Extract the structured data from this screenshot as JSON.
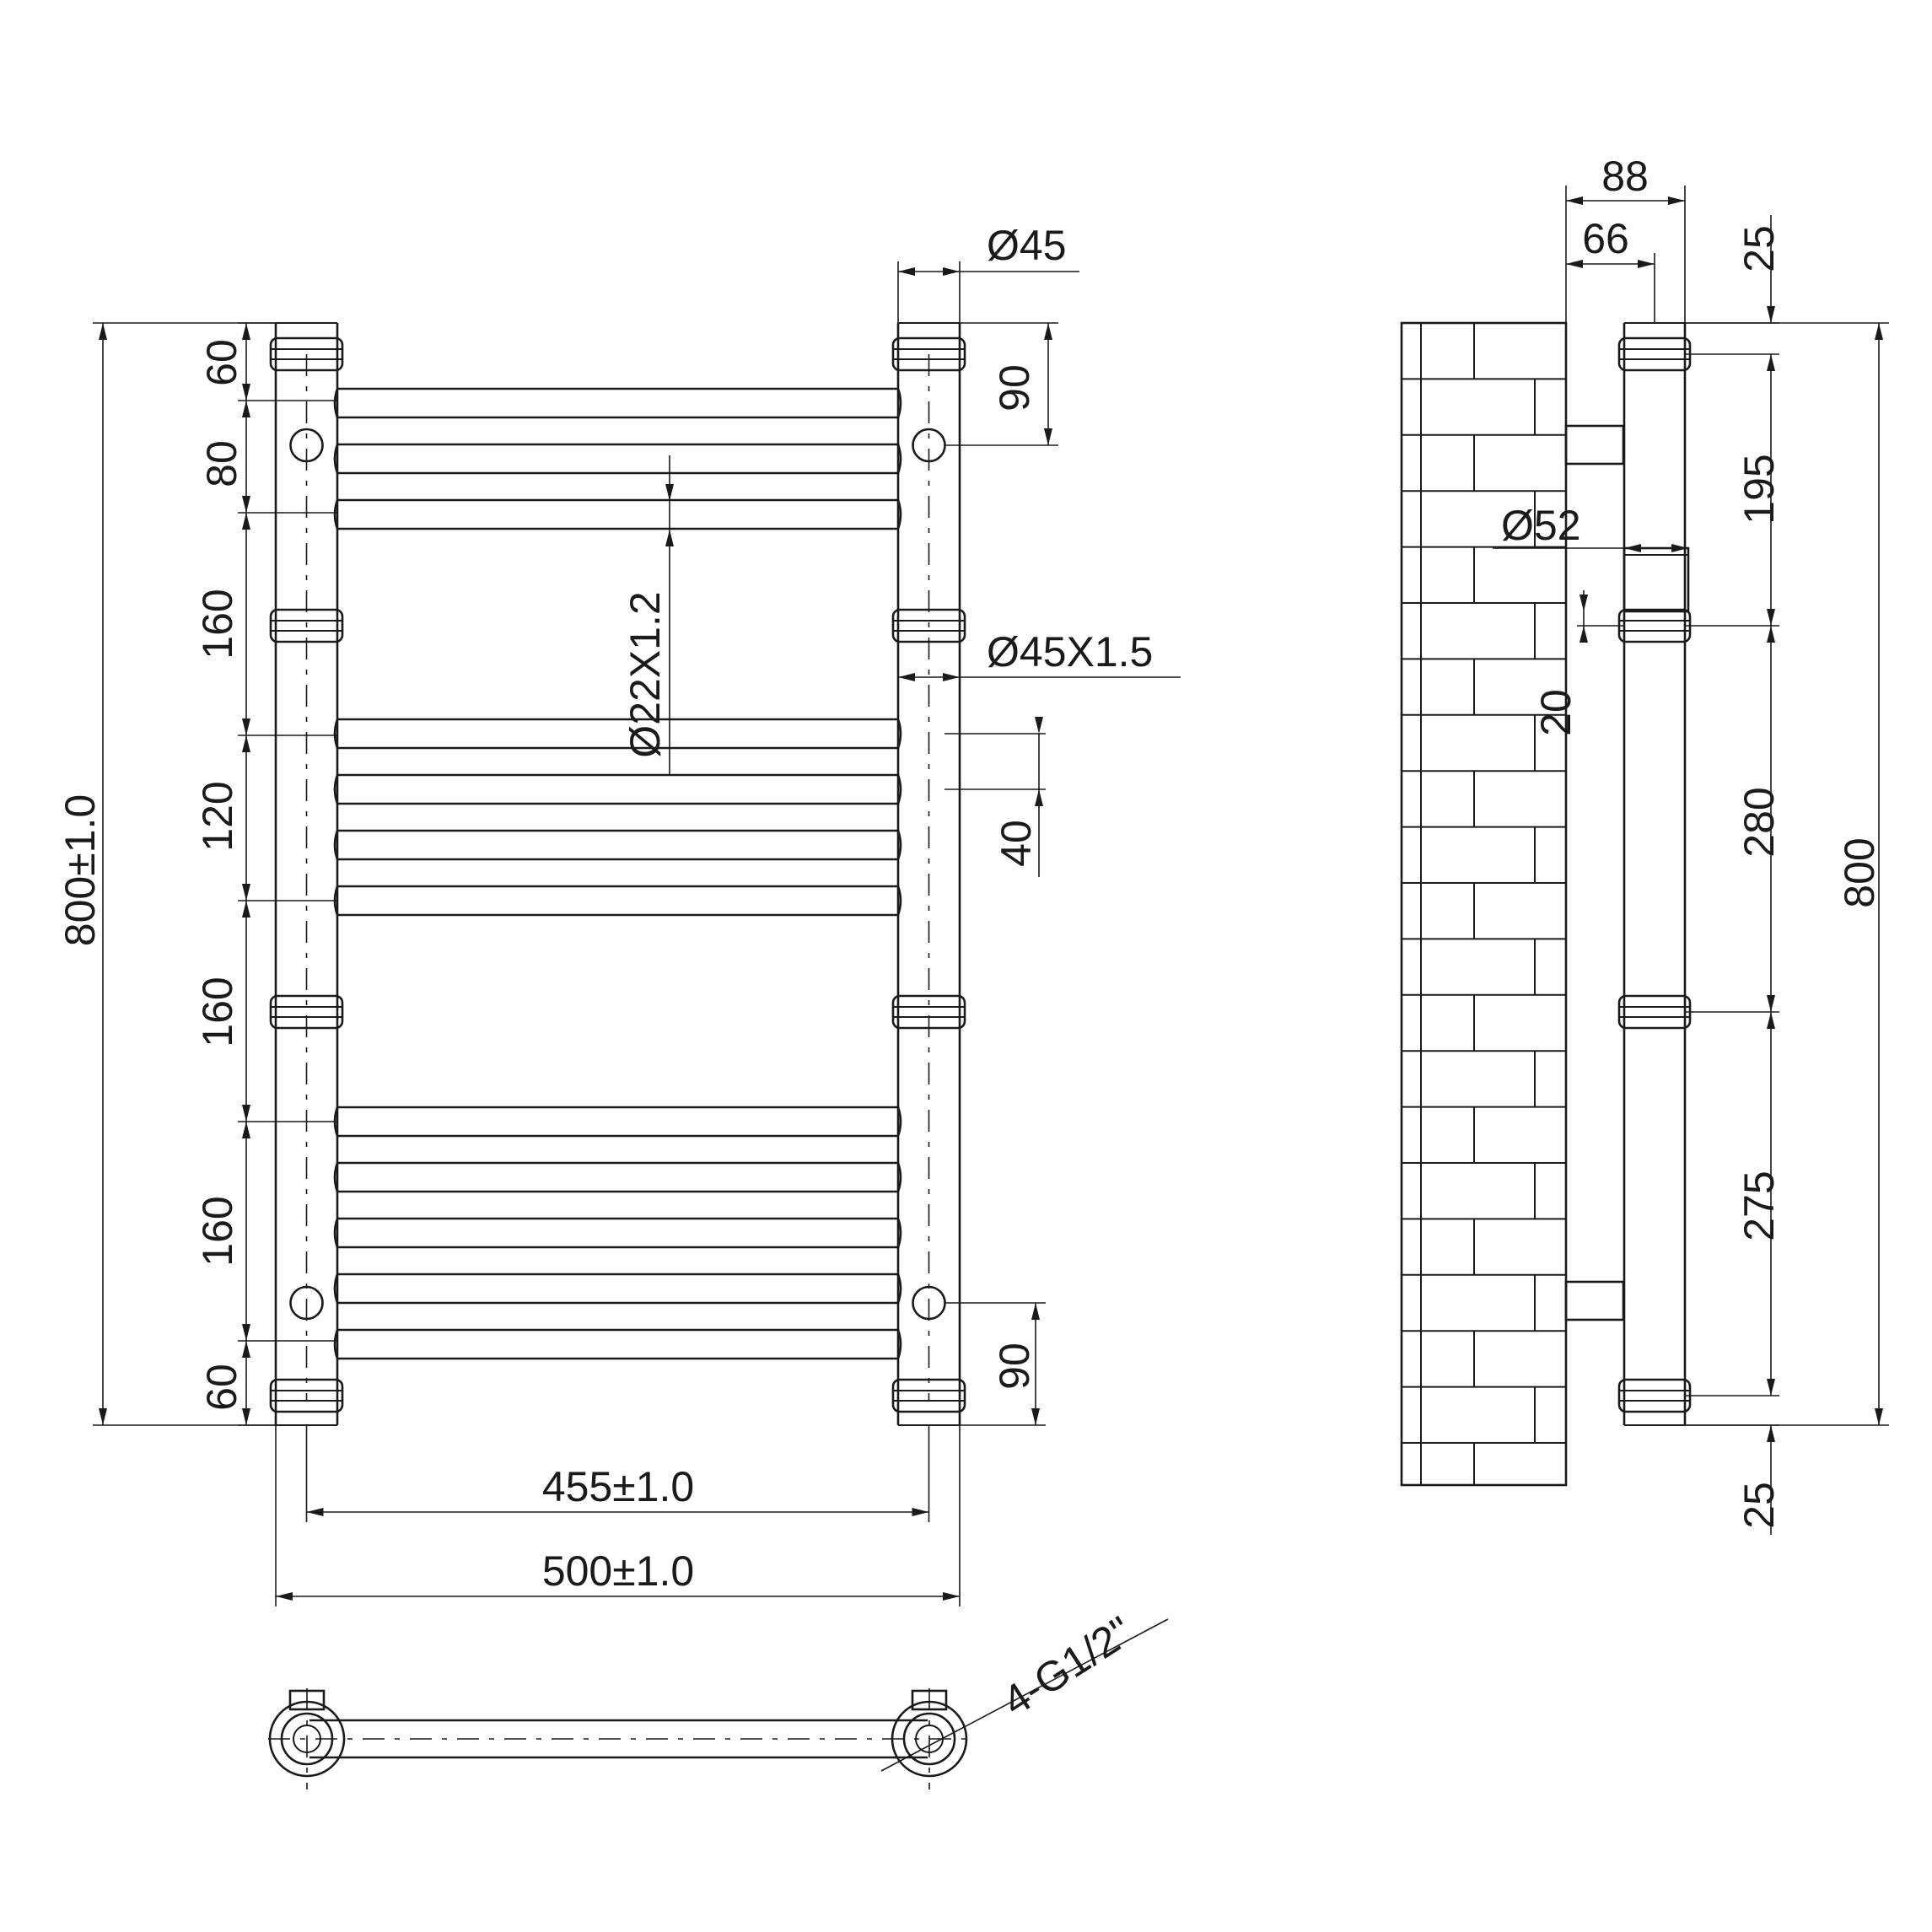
{
  "colors": {
    "line": "#1a1a1a",
    "paper": "#ffffff"
  },
  "front_view": {
    "overall_height": "800±1.0",
    "centers_width": "455±1.0",
    "overall_width": "500±1.0",
    "post_diameter": "Ø45",
    "post_tube": "Ø45X1.5",
    "bar_tube": "Ø22X1.2",
    "bar_pitch": "40",
    "left_dims": [
      "60",
      "80",
      "160",
      "120",
      "160",
      "160",
      "60"
    ],
    "right_top": "90",
    "right_bottom": "90"
  },
  "side_view": {
    "depth_total": "88",
    "depth_wall": "66",
    "bracket_diameter": "Ø52",
    "bracket_gap": "20",
    "right_dims": [
      "25",
      "195",
      "280",
      "275",
      "25"
    ],
    "overall_height": "800"
  },
  "top_view": {
    "connections": "4-G1/2\""
  }
}
